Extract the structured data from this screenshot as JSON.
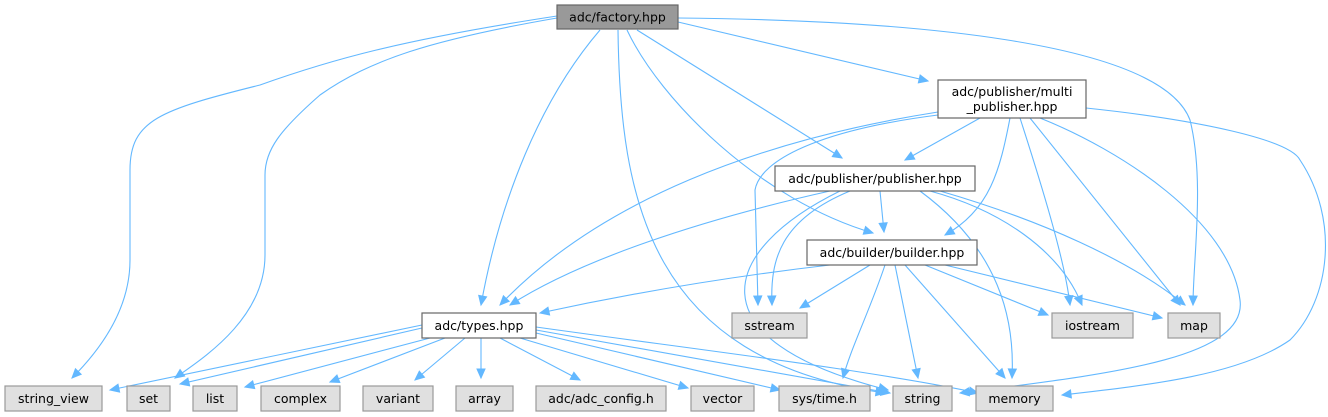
{
  "graph": {
    "title": "adc/factory.hpp include dependency graph",
    "nodes": [
      {
        "id": "factory",
        "lines": [
          "adc/factory.hpp"
        ],
        "kind": "root"
      },
      {
        "id": "multi_publisher",
        "lines": [
          "adc/publisher/multi",
          "_publisher.hpp"
        ],
        "kind": "internal"
      },
      {
        "id": "publisher",
        "lines": [
          "adc/publisher/publisher.hpp"
        ],
        "kind": "internal"
      },
      {
        "id": "builder",
        "lines": [
          "adc/builder/builder.hpp"
        ],
        "kind": "internal"
      },
      {
        "id": "types",
        "lines": [
          "adc/types.hpp"
        ],
        "kind": "internal"
      },
      {
        "id": "sstream",
        "lines": [
          "sstream"
        ],
        "kind": "external"
      },
      {
        "id": "iostream",
        "lines": [
          "iostream"
        ],
        "kind": "external"
      },
      {
        "id": "map",
        "lines": [
          "map"
        ],
        "kind": "external"
      },
      {
        "id": "string_view",
        "lines": [
          "string_view"
        ],
        "kind": "external"
      },
      {
        "id": "set",
        "lines": [
          "set"
        ],
        "kind": "external"
      },
      {
        "id": "list",
        "lines": [
          "list"
        ],
        "kind": "external"
      },
      {
        "id": "complex",
        "lines": [
          "complex"
        ],
        "kind": "external"
      },
      {
        "id": "variant",
        "lines": [
          "variant"
        ],
        "kind": "external"
      },
      {
        "id": "array",
        "lines": [
          "array"
        ],
        "kind": "external"
      },
      {
        "id": "adc_config",
        "lines": [
          "adc/adc_config.h"
        ],
        "kind": "external"
      },
      {
        "id": "vector",
        "lines": [
          "vector"
        ],
        "kind": "external"
      },
      {
        "id": "sys_time",
        "lines": [
          "sys/time.h"
        ],
        "kind": "external"
      },
      {
        "id": "string",
        "lines": [
          "string"
        ],
        "kind": "external"
      },
      {
        "id": "memory",
        "lines": [
          "memory"
        ],
        "kind": "external"
      }
    ],
    "edges": [
      {
        "from": "factory",
        "to": "multi_publisher"
      },
      {
        "from": "factory",
        "to": "publisher"
      },
      {
        "from": "factory",
        "to": "builder"
      },
      {
        "from": "factory",
        "to": "types"
      },
      {
        "from": "factory",
        "to": "map"
      },
      {
        "from": "factory",
        "to": "string_view"
      },
      {
        "from": "factory",
        "to": "set"
      },
      {
        "from": "factory",
        "to": "string"
      },
      {
        "from": "multi_publisher",
        "to": "publisher"
      },
      {
        "from": "multi_publisher",
        "to": "builder"
      },
      {
        "from": "multi_publisher",
        "to": "types"
      },
      {
        "from": "multi_publisher",
        "to": "sstream"
      },
      {
        "from": "multi_publisher",
        "to": "iostream"
      },
      {
        "from": "multi_publisher",
        "to": "map"
      },
      {
        "from": "multi_publisher",
        "to": "string"
      },
      {
        "from": "multi_publisher",
        "to": "memory"
      },
      {
        "from": "publisher",
        "to": "builder"
      },
      {
        "from": "publisher",
        "to": "types"
      },
      {
        "from": "publisher",
        "to": "sstream"
      },
      {
        "from": "publisher",
        "to": "iostream"
      },
      {
        "from": "publisher",
        "to": "map"
      },
      {
        "from": "publisher",
        "to": "string"
      },
      {
        "from": "publisher",
        "to": "memory"
      },
      {
        "from": "builder",
        "to": "types"
      },
      {
        "from": "builder",
        "to": "sstream"
      },
      {
        "from": "builder",
        "to": "iostream"
      },
      {
        "from": "builder",
        "to": "map"
      },
      {
        "from": "builder",
        "to": "sys_time"
      },
      {
        "from": "builder",
        "to": "string"
      },
      {
        "from": "builder",
        "to": "memory"
      },
      {
        "from": "types",
        "to": "string_view"
      },
      {
        "from": "types",
        "to": "set"
      },
      {
        "from": "types",
        "to": "list"
      },
      {
        "from": "types",
        "to": "complex"
      },
      {
        "from": "types",
        "to": "variant"
      },
      {
        "from": "types",
        "to": "array"
      },
      {
        "from": "types",
        "to": "adc_config"
      },
      {
        "from": "types",
        "to": "vector"
      },
      {
        "from": "types",
        "to": "sys_time"
      },
      {
        "from": "types",
        "to": "string"
      },
      {
        "from": "types",
        "to": "memory"
      }
    ]
  }
}
